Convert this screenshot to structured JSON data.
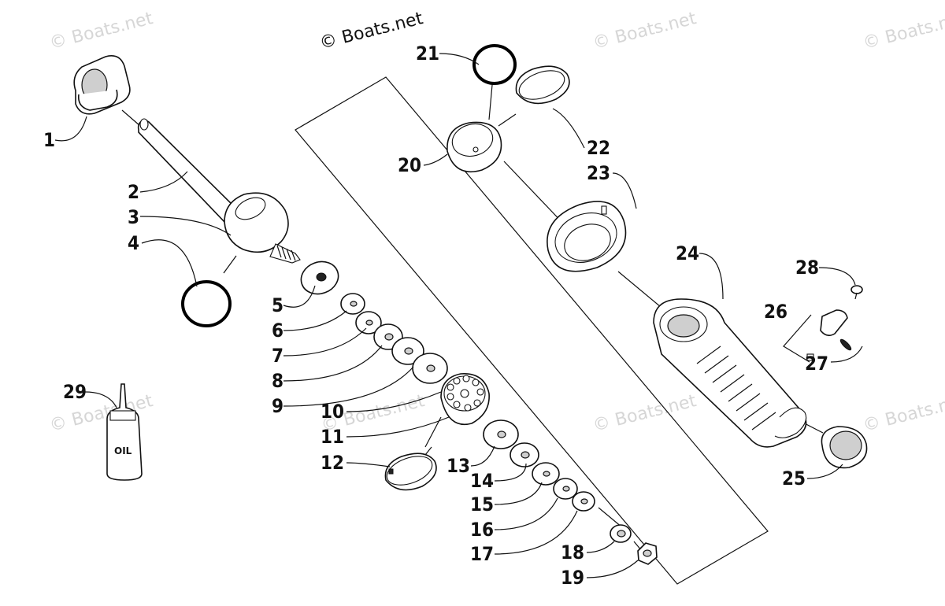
{
  "watermark": {
    "main": "© Boats.net",
    "faint": "© Boats.net"
  },
  "oil_label": "OIL",
  "callouts": [
    "1",
    "2",
    "3",
    "4",
    "5",
    "6",
    "7",
    "8",
    "9",
    "10",
    "11",
    "12",
    "13",
    "14",
    "15",
    "16",
    "17",
    "18",
    "19",
    "20",
    "21",
    "22",
    "23",
    "24",
    "25",
    "26",
    "27",
    "28",
    "29"
  ]
}
